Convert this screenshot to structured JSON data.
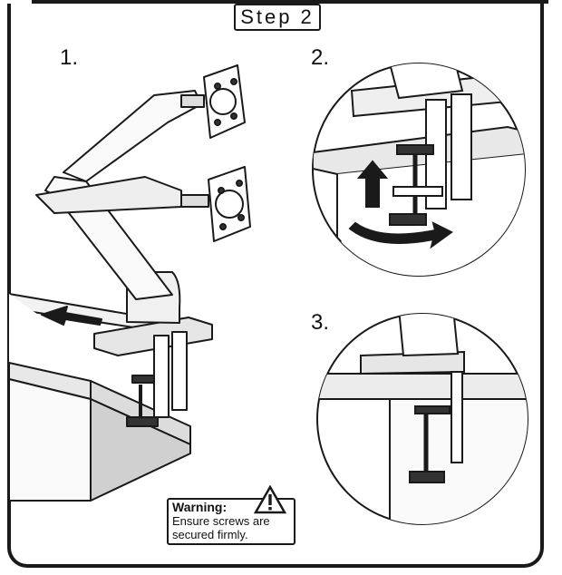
{
  "title": "Step 2",
  "steps": [
    "1.",
    "2.",
    "3."
  ],
  "warning": {
    "heading": "Warning:",
    "line1": "Ensure screws are",
    "line2": "secured firmly.",
    "icon": "warning-triangle-icon"
  }
}
